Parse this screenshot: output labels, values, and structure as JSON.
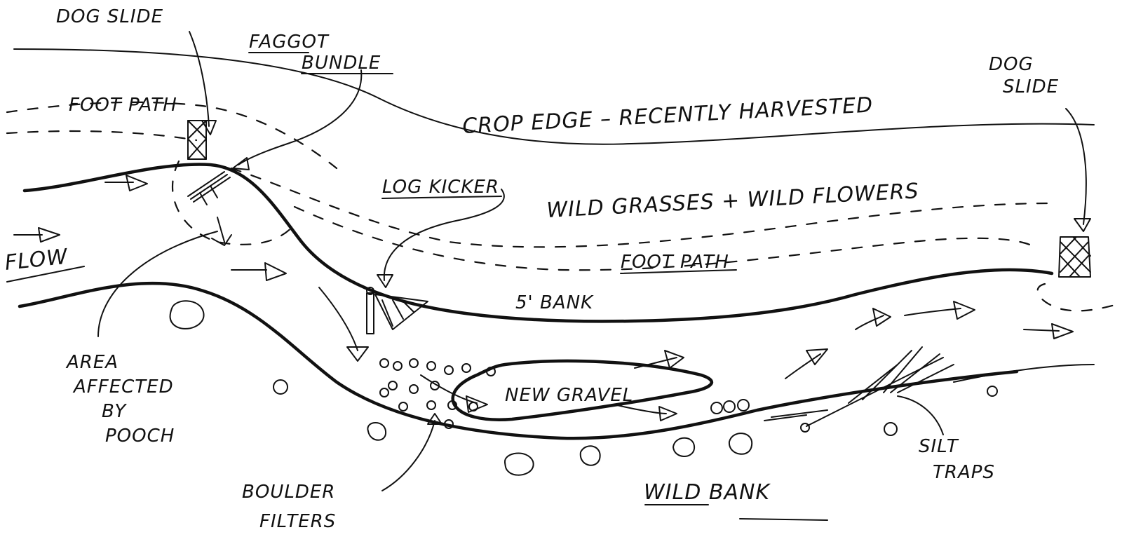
{
  "labels": {
    "dog_slide_left": "DOG SLIDE",
    "faggot_line1": "FAGGOT",
    "faggot_line2": "BUNDLE",
    "foot_path_left": "FOOT PATH",
    "crop_edge": "CROP EDGE – RECENTLY HARVESTED",
    "dog_slide_right_line1": "DOG",
    "dog_slide_right_line2": "SLIDE",
    "log_kicker": "LOG KICKER",
    "wild_grasses": "WILD GRASSES + WILD FLOWERS",
    "foot_path_right": "FOOT PATH",
    "bank_5": "5' BANK",
    "flow": "FLOW",
    "area_line1": "AREA",
    "area_line2": "AFFECTED",
    "area_line3": "BY",
    "area_line4": "POOCH",
    "new_gravel": "NEW GRAVEL",
    "boulder_line1": "BOULDER",
    "boulder_line2": "FILTERS",
    "wild_bank": "WILD BANK",
    "silt_line1": "SILT",
    "silt_line2": "TRAPS"
  },
  "colors": {
    "ink": "#111111",
    "paper": "#ffffff"
  }
}
